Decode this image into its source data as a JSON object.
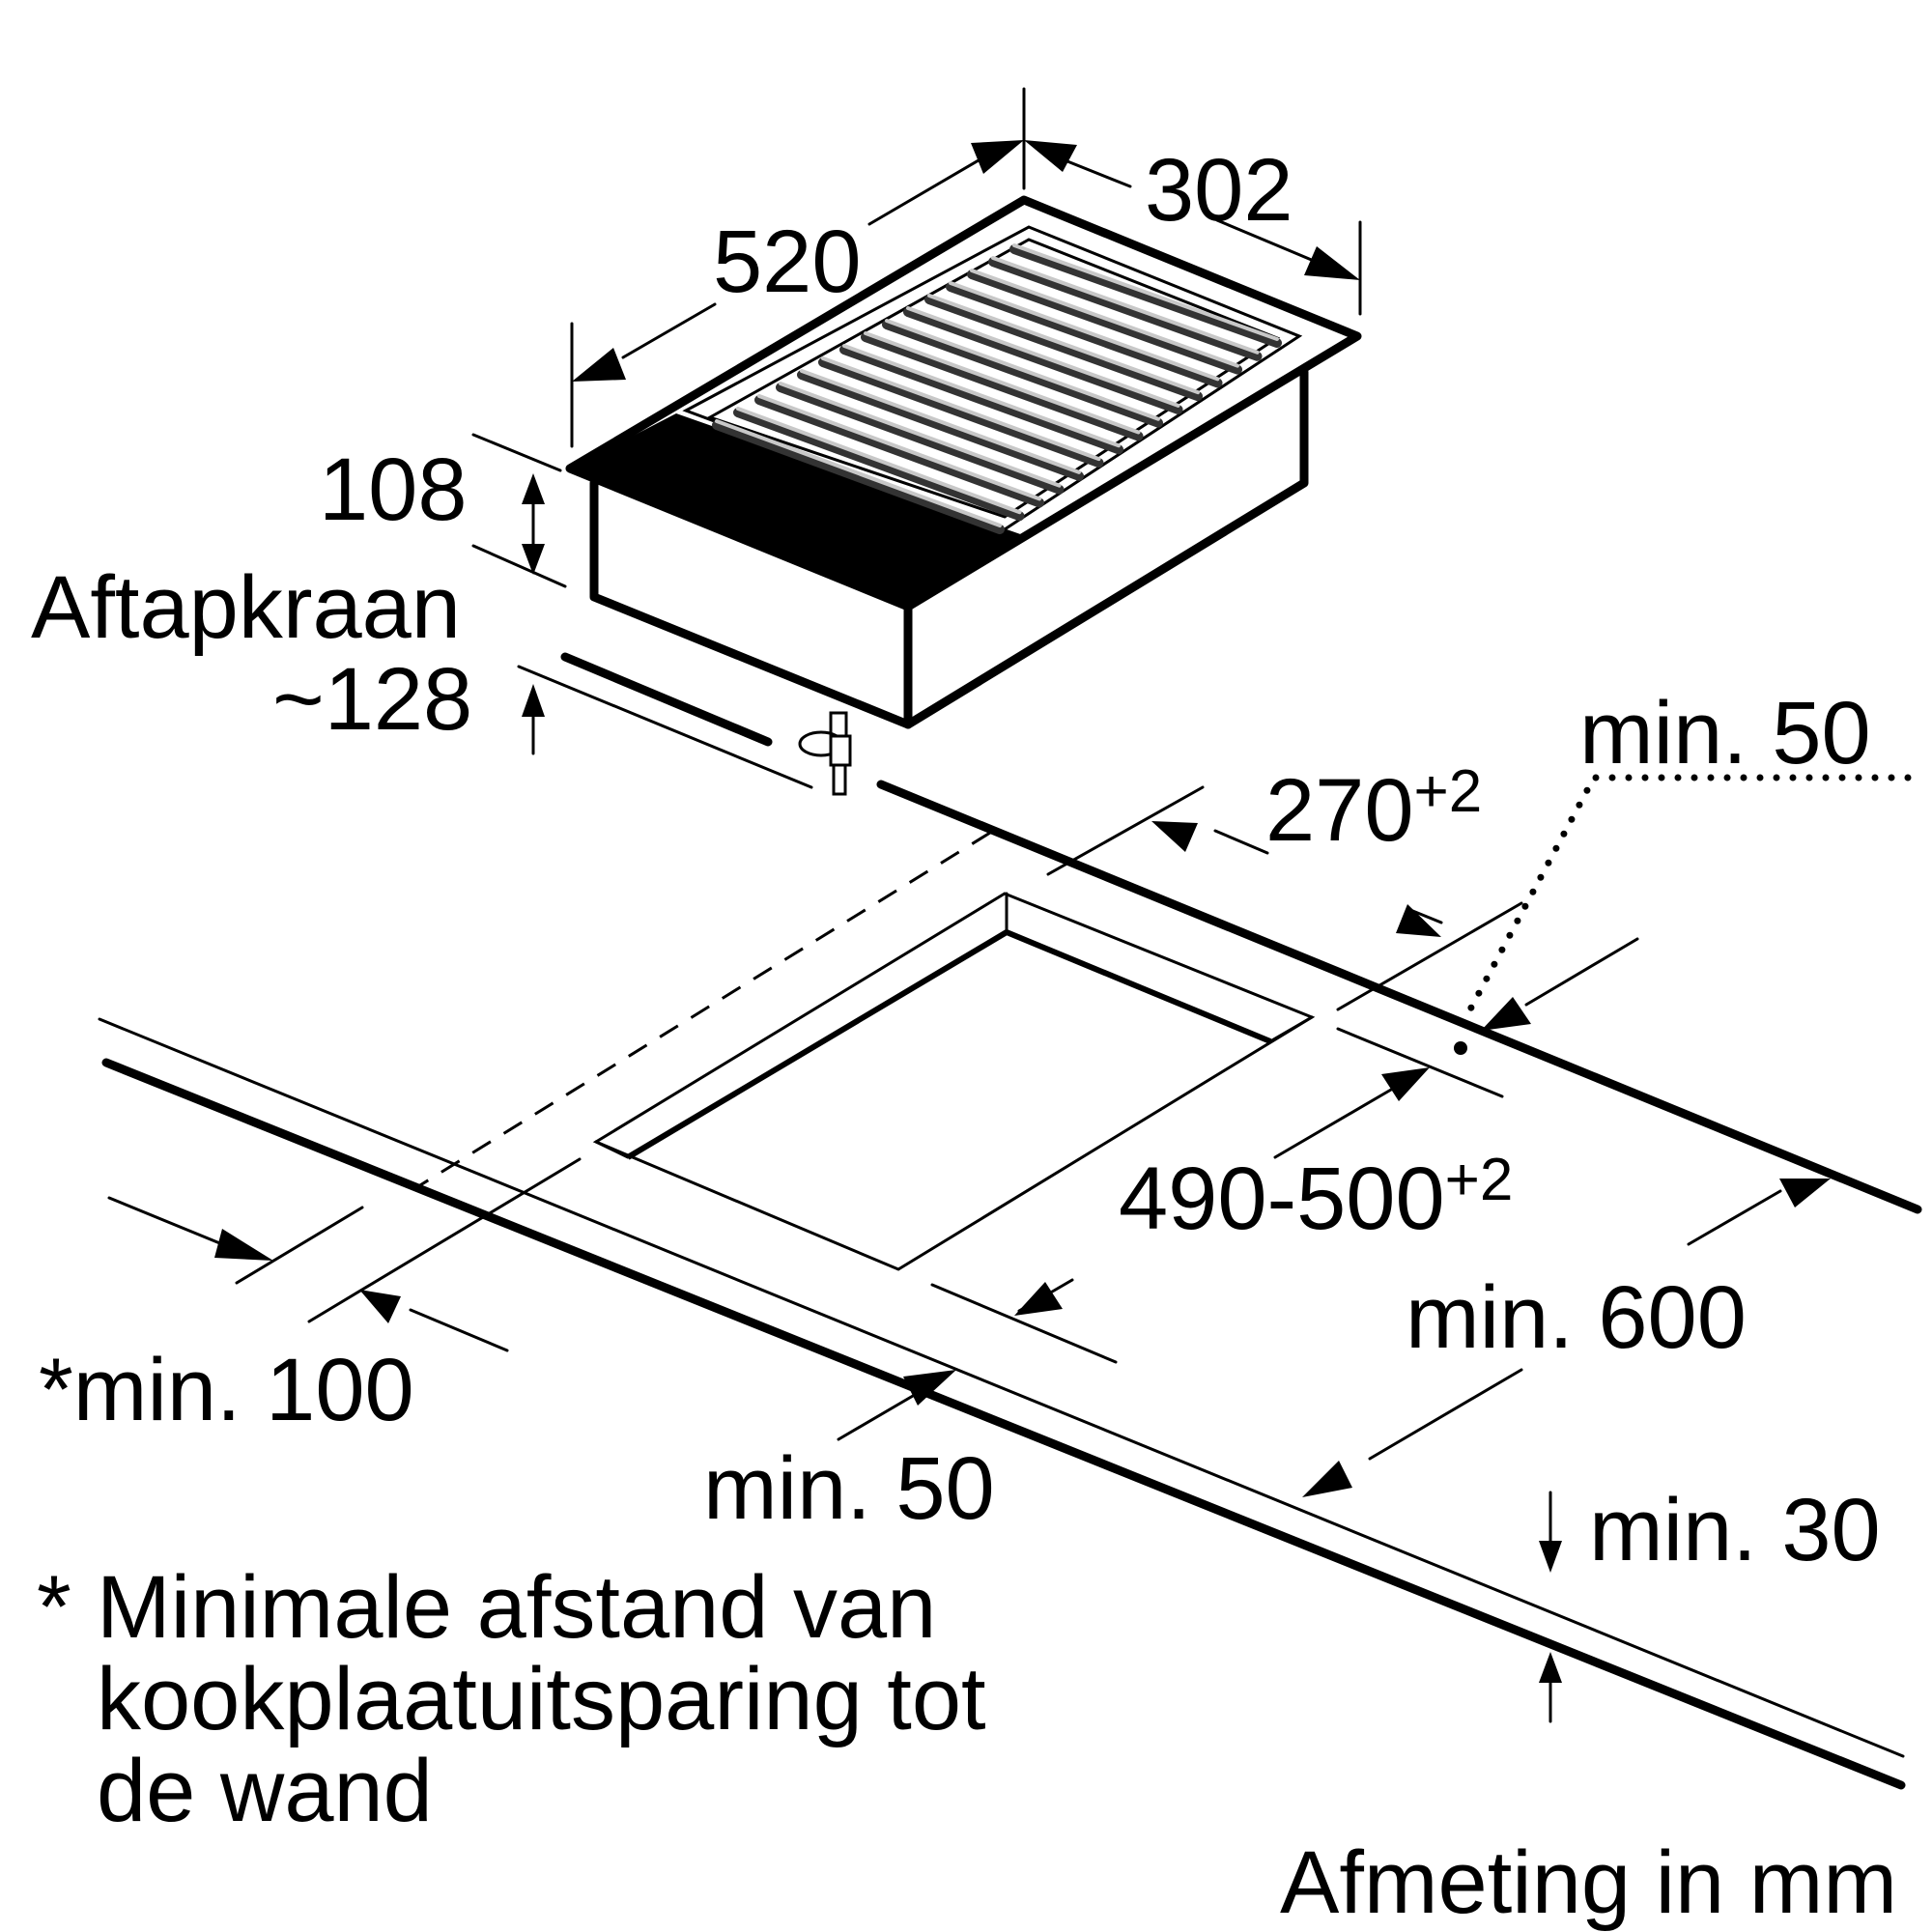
{
  "dimensions": {
    "length": "520",
    "width": "302",
    "height": "108",
    "drain_label": "Aftapkraan",
    "drain_height": "~128",
    "cutout_depth": "270",
    "cutout_depth_tol": "+2",
    "cutout_width": "490-500",
    "cutout_width_tol": "+2",
    "min_50_top": "min. 50",
    "min_600": "min. 600",
    "min_100": "*min. 100",
    "min_50_bottom": "min. 50",
    "min_30": "min. 30"
  },
  "footnote": {
    "marker": "*",
    "line1": "Minimale afstand van",
    "line2": "kookplaatuitsparing tot",
    "line3": "de wand"
  },
  "units": "Afmeting in mm",
  "colors": {
    "line": "#000000",
    "grill_bar": "#333333",
    "background": "#ffffff"
  }
}
